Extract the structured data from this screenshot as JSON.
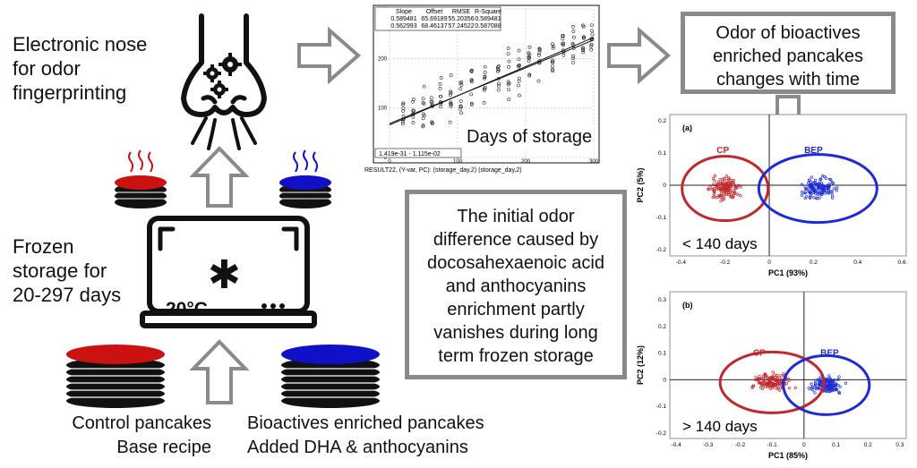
{
  "labels": {
    "enose": "Electronic nose\nfor odor\nfingerprinting",
    "storage": "Frozen\nstorage for\n20-297 days",
    "freezer_temp": "-20°C",
    "control": "Control pancakes\nBase recipe",
    "enriched": "Bioactives enriched pancakes\nAdded DHA & anthocyanins",
    "odor_box": "Odor of bioactives\nenriched pancakes\nchanges with time",
    "conclusion_box": "The initial odor\ndifference caused by\ndocosahexaenoic acid\nand anthocyanins\nenrichment partly\nvanishes during long\nterm frozen storage"
  },
  "regression": {
    "header": [
      "Slope",
      "Offset",
      "RMSE",
      "R-Square"
    ],
    "rows": [
      [
        "0.589481",
        "65.69189",
        "55.20356",
        "0.589481"
      ],
      [
        "0.562993",
        "68.46137",
        "57.24522",
        "0.587088"
      ]
    ],
    "footer_value": "1.419e-31 - 1.115e-02",
    "caption": "RESULT22, (Y-var, PC): (storage_day,2) (storage_day,2)",
    "overlay_label": "Days of storage"
  },
  "chart_data": [
    {
      "type": "scatter",
      "title": "",
      "xlabel": "",
      "ylabel": "",
      "x_ticks": [
        "0",
        "100",
        "200",
        "300"
      ],
      "y_ticks": [
        "0",
        "100",
        "200",
        "300"
      ],
      "xlim": [
        0,
        300
      ],
      "ylim": [
        0,
        300
      ],
      "grid": true,
      "annotation": "Days of storage",
      "lines": [
        {
          "x": [
            0,
            300
          ],
          "y": [
            65.69,
            242.5
          ]
        },
        {
          "x": [
            0,
            300
          ],
          "y": [
            68.46,
            237.4
          ]
        }
      ]
    },
    {
      "type": "scatter",
      "panel_label": "(a)",
      "xlabel": "PC1 (93%)",
      "ylabel": "PC2 (5%)",
      "x_ticks": [
        "-0.4",
        "-0.2",
        "0",
        "0.2",
        "0.4",
        "0.6"
      ],
      "y_ticks": [
        "-0.2",
        "-0.1",
        "0",
        "0.1",
        "0.2"
      ],
      "xlim": [
        -0.45,
        0.62
      ],
      "ylim": [
        -0.22,
        0.22
      ],
      "annotation": "< 140 days",
      "series": [
        {
          "name": "CP",
          "color": "#c0282d",
          "center": [
            -0.2,
            -0.01
          ]
        },
        {
          "name": "BEP",
          "color": "#1c2bd6",
          "center": [
            0.22,
            -0.01
          ]
        }
      ]
    },
    {
      "type": "scatter",
      "panel_label": "(b)",
      "xlabel": "PC1 (85%)",
      "ylabel": "PC2 (12%)",
      "x_ticks": [
        "-0.4",
        "-0.3",
        "-0.2",
        "-0.1",
        "0",
        "0.1",
        "0.2",
        "0.3"
      ],
      "y_ticks": [
        "-0.2",
        "-0.1",
        "0",
        "0.1",
        "0.2",
        "0.3"
      ],
      "xlim": [
        -0.42,
        0.32
      ],
      "ylim": [
        -0.22,
        0.33
      ],
      "annotation": "> 140 days",
      "series": [
        {
          "name": "CP",
          "color": "#c0282d",
          "center": [
            -0.1,
            -0.01
          ]
        },
        {
          "name": "BEP",
          "color": "#1c2bd6",
          "center": [
            0.07,
            -0.02
          ]
        }
      ]
    }
  ],
  "colors": {
    "cp": "#c0282d",
    "bep": "#1c2bd6",
    "arrow_gray": "#8a8a8a",
    "pancake_red": "#cc1111",
    "pancake_blue": "#1010c8"
  },
  "icons": [
    "nose-gears-icon",
    "freezer-icon",
    "snowflake-icon",
    "steam-icon",
    "pancake-stack-icon"
  ]
}
